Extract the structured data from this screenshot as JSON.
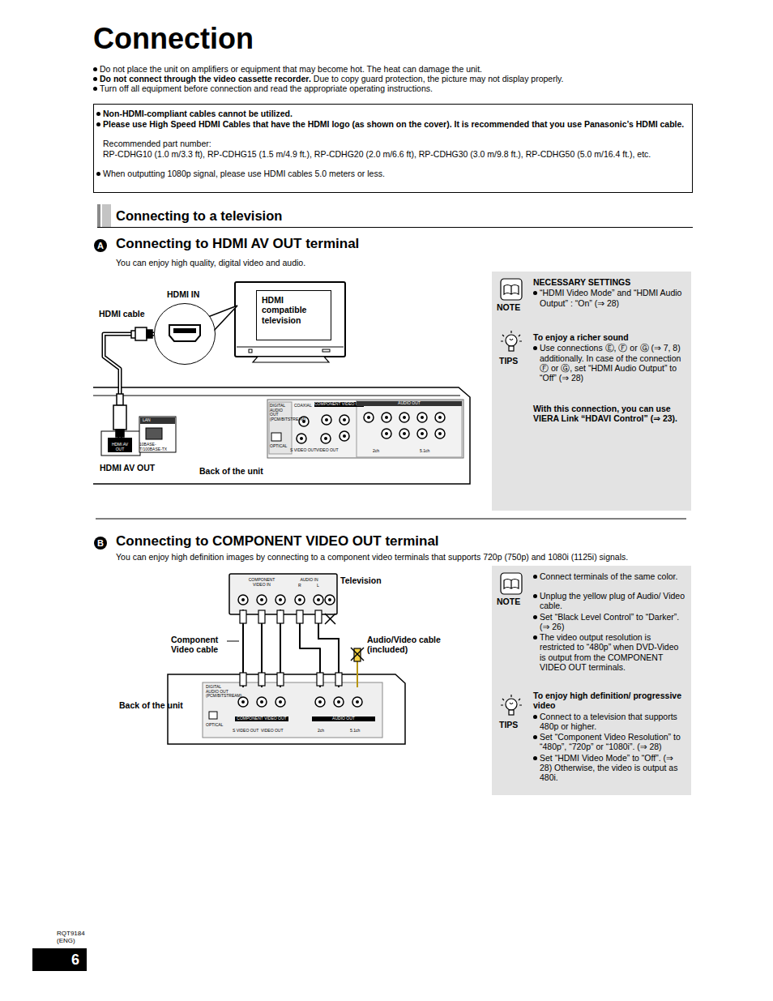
{
  "diagram": {
    "title": "Connection",
    "nodes": [
      {
        "text": [
          "Non-HDMI-compliant cables cannot be utilized.",
          "Please use High Speed HDMI Cables that have the HDMI logo (as shown on the cover). It is recommended that you use Panasonic’s HDMI cable.",
          "Recommended part number:",
          "RP-CDHG10 (1.0 m/3.3 ft), RP-CDHG15 (1.5 m/4.9 ft.), RP-CDHG20 (2.0 m/6.6 ft), RP-CDHG30 (3.0 m/9.8 ft.), RP-CDHG50 (5.0 m/16.4 ft.), etc.",
          "When outputting 1080p signal, please use HDMI cables 5.0 meters or less."
        ]
      },
      {
        "text": [
          "Connecting to a television"
        ]
      },
      {
        "text": [
          "NOTE",
          "NECESSARY SETTINGS",
          "“HDMI Video Mode” and “HDMI Audio Output” : “On” (⇒ 28)",
          "TIPS",
          "To enjoy a richer sound",
          "Use connections Ⓔ, Ⓕ or Ⓖ (⇒ 7, 8) additionally. In case of the connection Ⓕ or Ⓖ, set “HDMI Audio Output” to “Off” (⇒ 28)",
          "With this connection, you can use VIERA Link “HDAVI Control” (⇒ 23)."
        ]
      },
      {
        "text": [
          "HDMI compatible television"
        ]
      },
      {
        "text": [
          "HDMI IN"
        ]
      },
      {
        "text": [
          "HDMI AV OUT",
          "HDMI AV OUT"
        ]
      },
      {
        "text": [
          "NOTE",
          "Connect terminals of the same color.",
          "Unplug the yellow plug of Audio/ Video cable.",
          "Set “Black Level Control” to “Darker”. (⇒ 26)",
          "The video output resolution is restricted to “480p” when DVD-Video is output from the COMPONENT VIDEO OUT terminals.",
          "TIPS",
          "To enjoy high definition/ progressive video",
          "Connect to a television that supports 480p or higher.",
          "Set “Component Video Resolution” to “480p”, “720p” or “1080i”. (⇒ 28)",
          "Set “HDMI Video Mode” to “Off”. (⇒ 28) Otherwise, the video is output as 480i."
        ]
      },
      {
        "text": [
          "COMPONENT VIDEO IN"
        ]
      },
      {
        "text": [
          "AUDIO IN",
          "R",
          "L"
        ]
      },
      {
        "text": [
          "COMPONENT VIDEO OUT"
        ]
      },
      {
        "text": [
          "AUDIO OUT"
        ]
      }
    ],
    "edges": [
      {
        "from": 5,
        "to": 4,
        "arrow": "none",
        "label": "HDMI cable"
      },
      {
        "from": 9,
        "to": 7,
        "arrow": "none",
        "label": "Component Video cable"
      },
      {
        "from": 10,
        "to": 8,
        "arrow": "none",
        "label": "Audio/Video cable (included)"
      }
    ],
    "labels": [
      "Do not place the unit on amplifiers or equipment that may become hot. The heat can damage the unit.",
      "Do not connect through the video cassette recorder.",
      "Due to copy guard protection, the picture may not display properly.",
      "Turn off all equipment before connection and read the appropriate operating instructions.",
      "A",
      "Connecting to HDMI AV OUT terminal",
      "You can enjoy high quality, digital video and audio.",
      "Back of the unit",
      "LAN",
      "DIGITAL AUDIO OUT (PCM/BITSTREAM)",
      "COAXIAL",
      "OPTICAL",
      "COMPONENT VIDEO OUT",
      "AUDIO OUT",
      "S VIDEO OUT",
      "VIDEO OUT",
      "2ch",
      "5.1ch",
      "B",
      "Connecting to COMPONENT VIDEO OUT terminal",
      "You can enjoy high definition images by connecting to a component video terminals that supports 720p (750p) and 1080i (1125i) signals.",
      "Television",
      "Back of the unit",
      "DIGITAL AUDIO OUT (PCM/BITSTREAM)",
      "OPTICAL",
      "S VIDEO OUT",
      "VIDEO OUT",
      "2ch",
      "5.1ch",
      "RQT9184 (ENG)",
      "6",
      "10BASE-T/100BASE-TX"
    ]
  }
}
